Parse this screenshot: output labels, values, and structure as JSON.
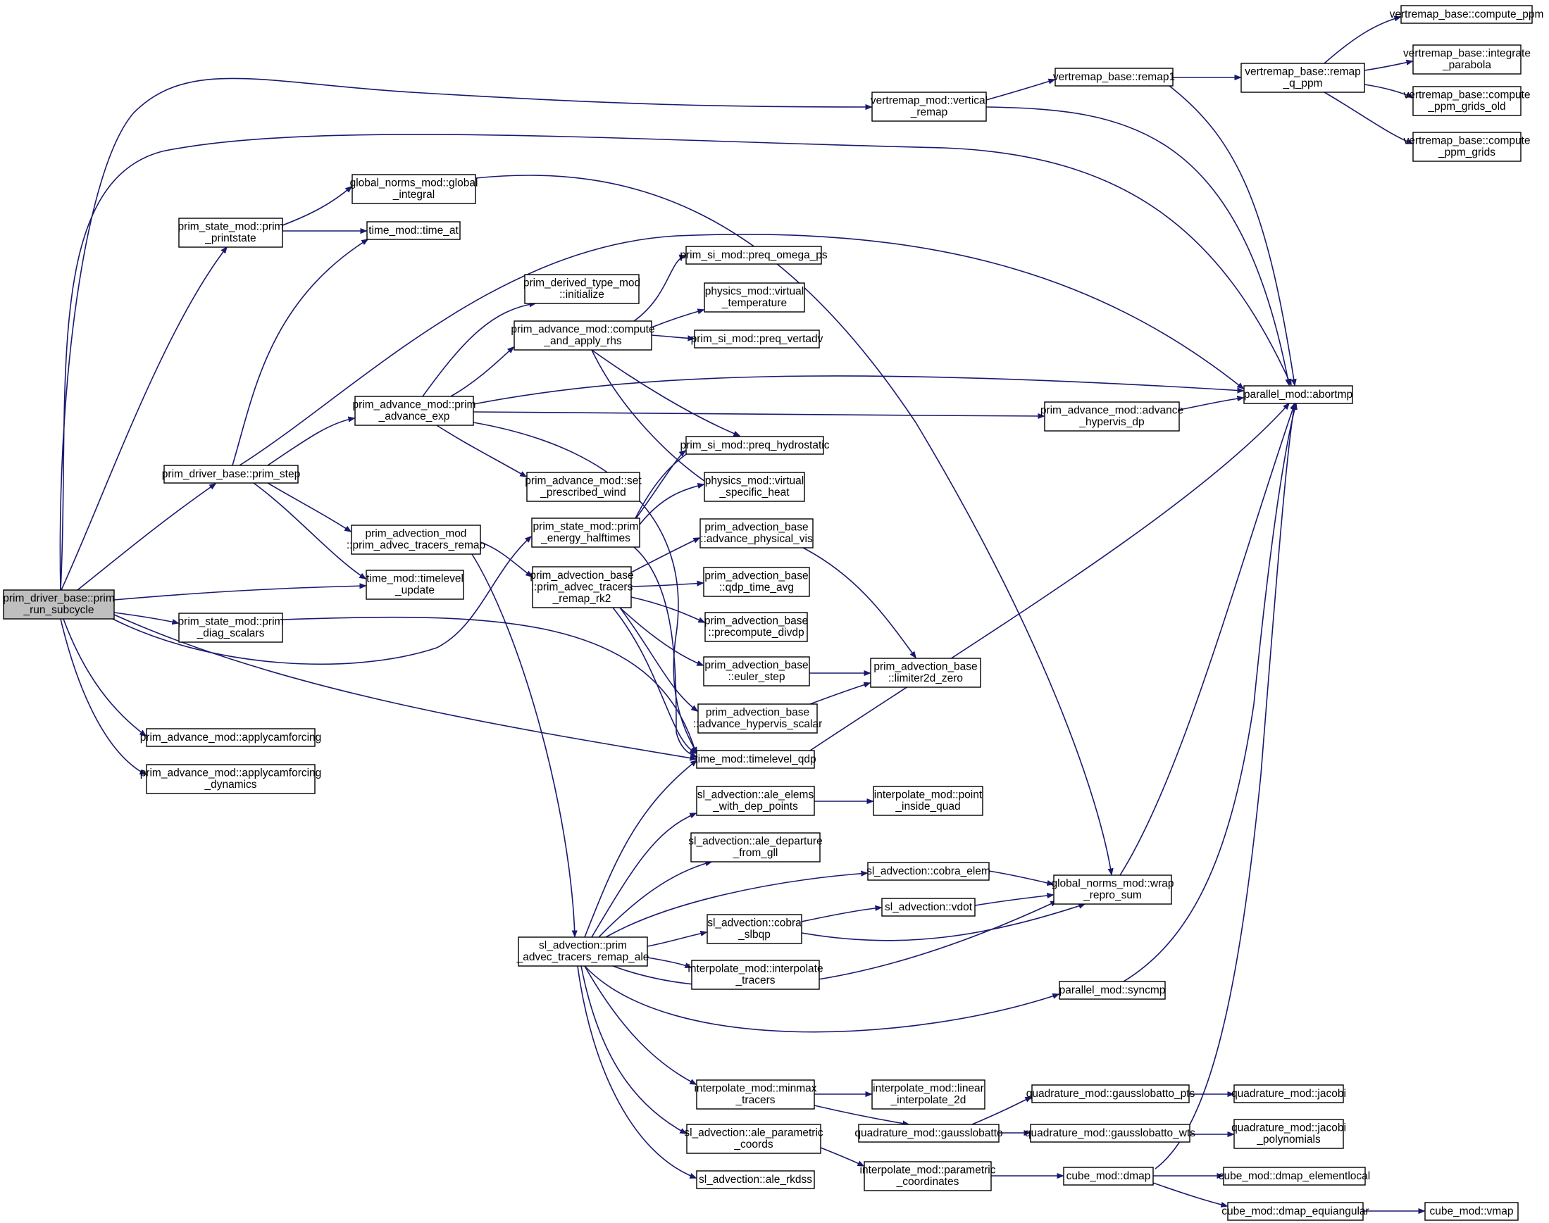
{
  "diagram": {
    "type": "call-graph",
    "colors": {
      "edge": "#191970",
      "root_fill": "#bfbfbf",
      "node_fill": "#ffffff",
      "node_border": "#000000"
    },
    "nodes": [
      {
        "id": "n0",
        "lines": [
          "prim_driver_base::prim",
          "_run_subcycle"
        ],
        "root": true
      },
      {
        "id": "n1",
        "lines": [
          "prim_state_mod::prim",
          "_printstate"
        ]
      },
      {
        "id": "n2",
        "lines": [
          "global_norms_mod::global",
          "_integral"
        ]
      },
      {
        "id": "n3",
        "lines": [
          "time_mod::time_at"
        ]
      },
      {
        "id": "n4",
        "lines": [
          "vertremap_mod::vertical",
          "_remap"
        ]
      },
      {
        "id": "n5",
        "lines": [
          "vertremap_base::remap1"
        ]
      },
      {
        "id": "n6",
        "lines": [
          "vertremap_base::remap",
          "_q_ppm"
        ]
      },
      {
        "id": "n7",
        "lines": [
          "vertremap_base::compute_ppm"
        ]
      },
      {
        "id": "n8",
        "lines": [
          "vertremap_base::integrate",
          "_parabola"
        ]
      },
      {
        "id": "n9",
        "lines": [
          "vertremap_base::compute",
          "_ppm_grids_old"
        ]
      },
      {
        "id": "n10",
        "lines": [
          "vertremap_base::compute",
          "_ppm_grids"
        ]
      },
      {
        "id": "n11",
        "lines": [
          "parallel_mod::abortmp"
        ]
      },
      {
        "id": "n12",
        "lines": [
          "prim_si_mod::preq_omega_ps"
        ]
      },
      {
        "id": "n13",
        "lines": [
          "prim_derived_type_mod",
          "::initialize"
        ]
      },
      {
        "id": "n14",
        "lines": [
          "physics_mod::virtual",
          "_temperature"
        ]
      },
      {
        "id": "n15",
        "lines": [
          "prim_advance_mod::compute",
          "_and_apply_rhs"
        ]
      },
      {
        "id": "n16",
        "lines": [
          "prim_si_mod::preq_vertadv"
        ]
      },
      {
        "id": "n17",
        "lines": [
          "prim_advance_mod::prim",
          "_advance_exp"
        ]
      },
      {
        "id": "n18",
        "lines": [
          "prim_advance_mod::advance",
          "_hypervis_dp"
        ]
      },
      {
        "id": "n19",
        "lines": [
          "prim_si_mod::preq_hydrostatic"
        ]
      },
      {
        "id": "n20",
        "lines": [
          "prim_driver_base::prim_step"
        ]
      },
      {
        "id": "n21",
        "lines": [
          "prim_advance_mod::set",
          "_prescribed_wind"
        ]
      },
      {
        "id": "n22",
        "lines": [
          "physics_mod::virtual",
          "_specific_heat"
        ]
      },
      {
        "id": "n23",
        "lines": [
          "prim_advection_mod",
          "::prim_advec_tracers_remap"
        ]
      },
      {
        "id": "n24",
        "lines": [
          "prim_state_mod::prim",
          "_energy_halftimes"
        ]
      },
      {
        "id": "n25",
        "lines": [
          "prim_advection_base",
          "::advance_physical_vis"
        ]
      },
      {
        "id": "n26",
        "lines": [
          "time_mod::timelevel",
          "_update"
        ]
      },
      {
        "id": "n27",
        "lines": [
          "prim_advection_base",
          "::prim_advec_tracers",
          "_remap_rk2"
        ]
      },
      {
        "id": "n28",
        "lines": [
          "prim_advection_base",
          "::qdp_time_avg"
        ]
      },
      {
        "id": "n29",
        "lines": [
          "prim_state_mod::prim",
          "_diag_scalars"
        ]
      },
      {
        "id": "n30",
        "lines": [
          "prim_advection_base",
          "::precompute_divdp"
        ]
      },
      {
        "id": "n31",
        "lines": [
          "prim_advection_base",
          "::euler_step"
        ]
      },
      {
        "id": "n32",
        "lines": [
          "prim_advection_base",
          "::limiter2d_zero"
        ]
      },
      {
        "id": "n33",
        "lines": [
          "prim_advection_base",
          "::advance_hypervis_scalar"
        ]
      },
      {
        "id": "n34",
        "lines": [
          "prim_advance_mod::applycamforcing"
        ]
      },
      {
        "id": "n35",
        "lines": [
          "time_mod::timelevel_qdp"
        ]
      },
      {
        "id": "n36",
        "lines": [
          "prim_advance_mod::applycamforcing",
          "_dynamics"
        ]
      },
      {
        "id": "n37",
        "lines": [
          "sl_advection::ale_elems",
          "_with_dep_points"
        ]
      },
      {
        "id": "n38",
        "lines": [
          "interpolate_mod::point",
          "_inside_quad"
        ]
      },
      {
        "id": "n39",
        "lines": [
          "sl_advection::ale_departure",
          "_from_gll"
        ]
      },
      {
        "id": "n40",
        "lines": [
          "sl_advection::cobra_elem"
        ]
      },
      {
        "id": "n41",
        "lines": [
          "global_norms_mod::wrap",
          "_repro_sum"
        ]
      },
      {
        "id": "n42",
        "lines": [
          "sl_advection::vdot"
        ]
      },
      {
        "id": "n43",
        "lines": [
          "sl_advection::cobra",
          "_slbqp"
        ]
      },
      {
        "id": "n44",
        "lines": [
          "sl_advection::prim",
          "_advec_tracers_remap_ale"
        ]
      },
      {
        "id": "n45",
        "lines": [
          "interpolate_mod::interpolate",
          "_tracers"
        ]
      },
      {
        "id": "n46",
        "lines": [
          "parallel_mod::syncmp"
        ]
      },
      {
        "id": "n47",
        "lines": [
          "interpolate_mod::minmax",
          "_tracers"
        ]
      },
      {
        "id": "n48",
        "lines": [
          "interpolate_mod::linear",
          "_interpolate_2d"
        ]
      },
      {
        "id": "n49",
        "lines": [
          "quadrature_mod::gausslobatto_pts"
        ]
      },
      {
        "id": "n50",
        "lines": [
          "quadrature_mod::jacobi"
        ]
      },
      {
        "id": "n51",
        "lines": [
          "quadrature_mod::gausslobatto"
        ]
      },
      {
        "id": "n52",
        "lines": [
          "quadrature_mod::gausslobatto_wts"
        ]
      },
      {
        "id": "n53",
        "lines": [
          "quadrature_mod::jacobi",
          "_polynomials"
        ]
      },
      {
        "id": "n54",
        "lines": [
          "sl_advection::ale_parametric",
          "_coords"
        ]
      },
      {
        "id": "n55",
        "lines": [
          "interpolate_mod::parametric",
          "_coordinates"
        ]
      },
      {
        "id": "n56",
        "lines": [
          "cube_mod::dmap"
        ]
      },
      {
        "id": "n57",
        "lines": [
          "cube_mod::dmap_elementlocal"
        ]
      },
      {
        "id": "n58",
        "lines": [
          "sl_advection::ale_rkdss"
        ]
      },
      {
        "id": "n59",
        "lines": [
          "cube_mod::dmap_equiangular"
        ]
      },
      {
        "id": "n60",
        "lines": [
          "cube_mod::vmap"
        ]
      }
    ]
  }
}
